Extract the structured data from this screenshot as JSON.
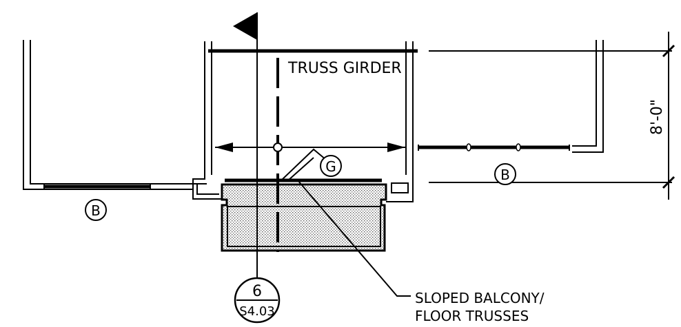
{
  "labels": {
    "truss_girder": "TRUSS GIRDER",
    "dimension": "8'-0\"",
    "callout_g": "G",
    "callout_b_left": "B",
    "callout_b_right": "B",
    "section_number": "6",
    "section_sheet": "S4.03",
    "note_line1": "SLOPED BALCONY/",
    "note_line2": "FLOOR TRUSSES"
  }
}
